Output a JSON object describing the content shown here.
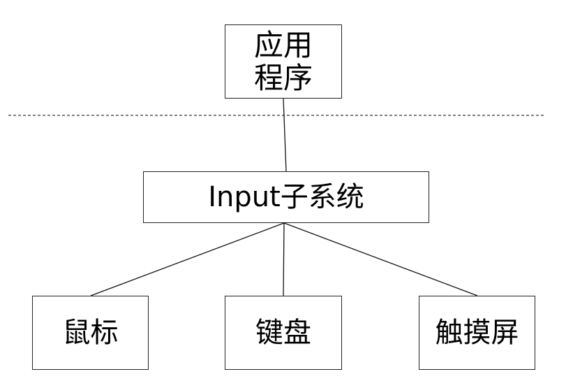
{
  "diagram": {
    "nodes": {
      "application": "应用程序",
      "input_subsystem": "Input子系统",
      "mouse": "鼠标",
      "keyboard": "键盘",
      "touchscreen": "触摸屏"
    },
    "edges": [
      [
        "application",
        "input_subsystem"
      ],
      [
        "input_subsystem",
        "mouse"
      ],
      [
        "input_subsystem",
        "keyboard"
      ],
      [
        "input_subsystem",
        "touchscreen"
      ]
    ],
    "separator": "dashed"
  }
}
